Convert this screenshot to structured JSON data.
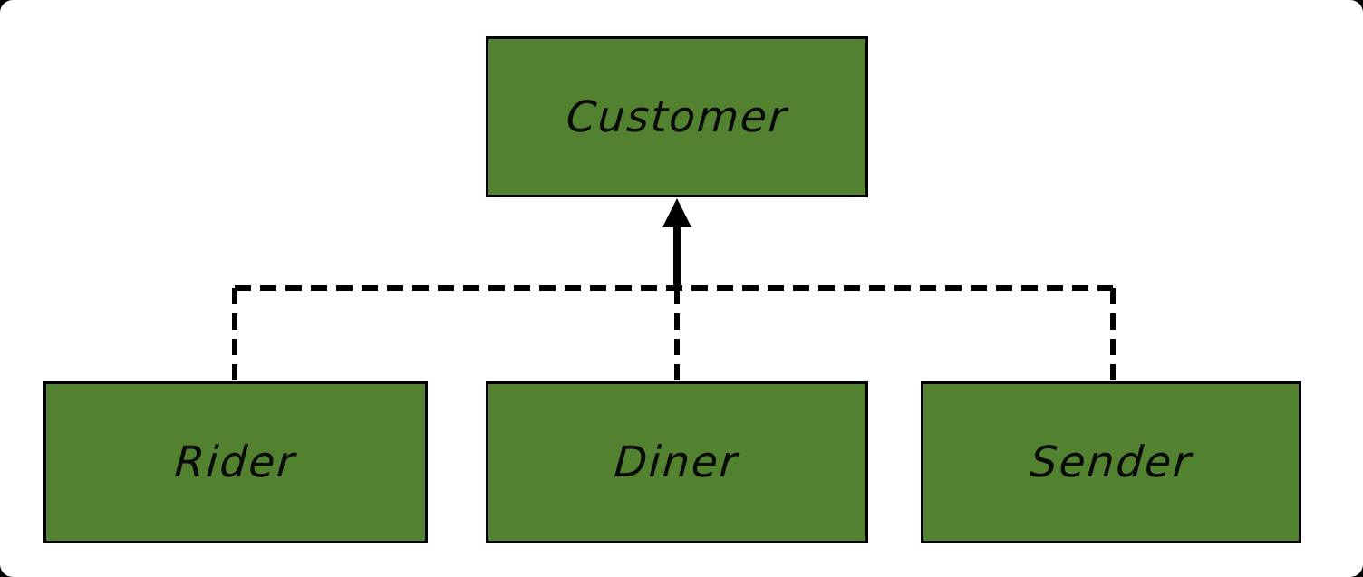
{
  "diagram": {
    "type": "hierarchy",
    "nodes": {
      "customer": {
        "label": "Customer",
        "role": "parent"
      },
      "rider": {
        "label": "Rider",
        "role": "child"
      },
      "diner": {
        "label": "Diner",
        "role": "child"
      },
      "sender": {
        "label": "Sender",
        "role": "child"
      }
    },
    "edges": [
      {
        "from": "Rider",
        "to": "Customer",
        "line": "dashed",
        "arrow": "none"
      },
      {
        "from": "Diner",
        "to": "Customer",
        "line": "dashed",
        "arrow": "solid-triangle-up"
      },
      {
        "from": "Sender",
        "to": "Customer",
        "line": "dashed",
        "arrow": "none"
      }
    ],
    "colors": {
      "node_fill": "#52822F",
      "node_border": "#000000",
      "edge": "#000000",
      "text": "#000000",
      "background": "#FFFFFF",
      "outer_background": "#000000"
    }
  }
}
